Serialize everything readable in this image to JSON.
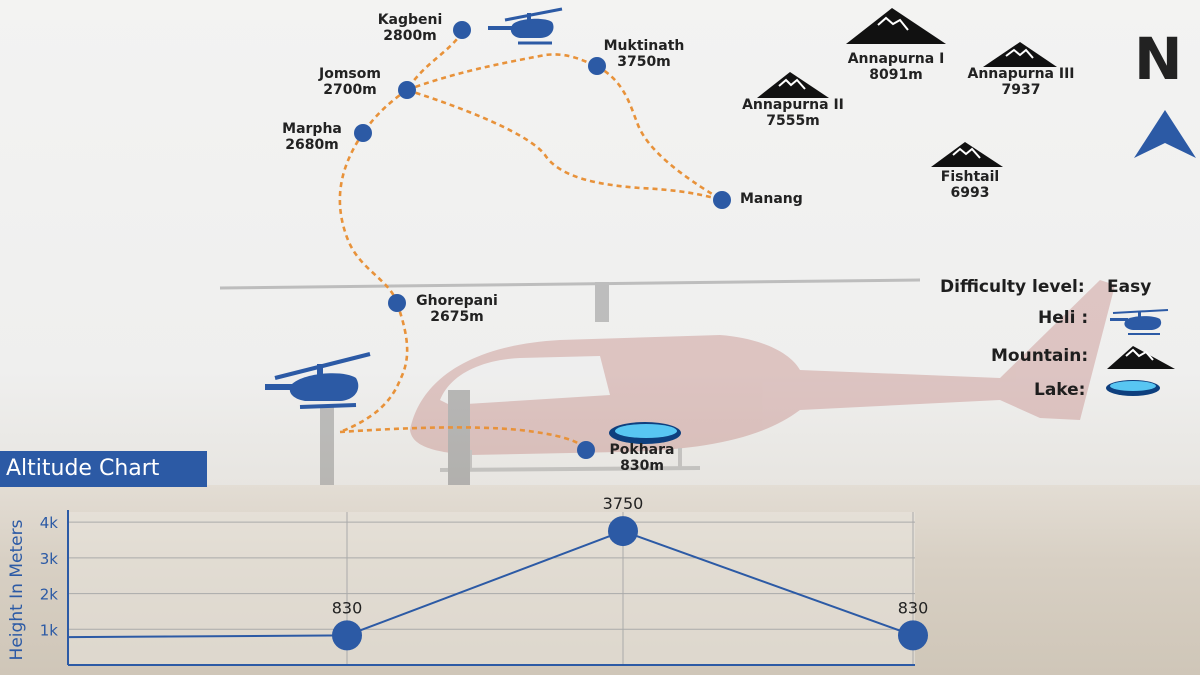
{
  "map": {
    "places": [
      {
        "name": "Kagbeni",
        "altitude": "2800m"
      },
      {
        "name": "Muktinath",
        "altitude": "3750m"
      },
      {
        "name": "Jomsom",
        "altitude": "2700m"
      },
      {
        "name": "Marpha",
        "altitude": "2680m"
      },
      {
        "name": "Manang",
        "altitude": ""
      },
      {
        "name": "Ghorepani",
        "altitude": "2675m"
      },
      {
        "name": "Pokhara",
        "altitude": "830m"
      }
    ],
    "mountains": [
      {
        "name": "Annapurna I",
        "altitude": "8091m"
      },
      {
        "name": "Annapurna III",
        "altitude": "7937"
      },
      {
        "name": "Annapurna II",
        "altitude": "7555m"
      },
      {
        "name": "Fishtail",
        "altitude": "6993"
      }
    ],
    "north_label": "N",
    "colors": {
      "route": "#e8923a",
      "marker": "#2c5aa5",
      "accent": "#2c5aa5"
    }
  },
  "legend": {
    "difficulty_label": "Difficulty level:",
    "difficulty_value": "Easy",
    "heli_label": "Heli :",
    "mountain_label": "Mountain:",
    "lake_label": "Lake:"
  },
  "chart_data": {
    "type": "line",
    "title": "Altitude Chart",
    "ylabel": "Height In Meters",
    "yticks": [
      "1k",
      "2k",
      "3k",
      "4k"
    ],
    "ylim": [
      0,
      4200
    ],
    "x": [
      0,
      1,
      2,
      3
    ],
    "values": [
      780,
      830,
      3750,
      830
    ],
    "data_labels": [
      "",
      "830",
      "3750",
      "830"
    ],
    "grid": true
  }
}
